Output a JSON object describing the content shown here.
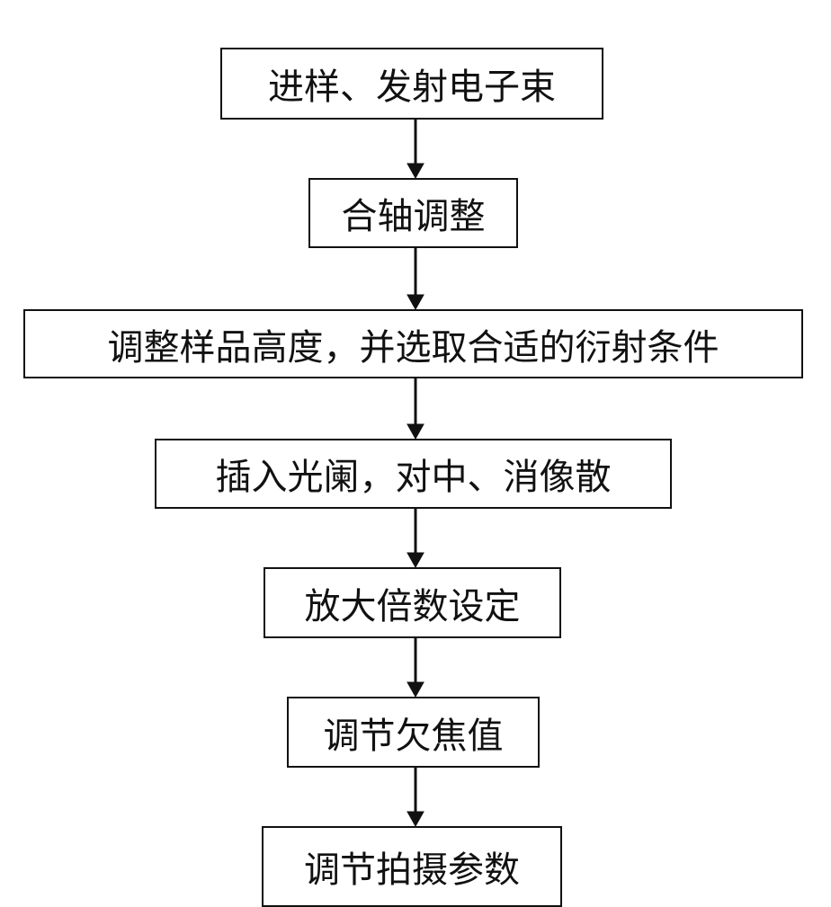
{
  "flowchart": {
    "steps": [
      "进样、发射电子束",
      "合轴调整",
      "调整样品高度，并选取合适的衍射条件",
      "插入光阑，对中、消像散",
      "放大倍数设定",
      "调节欠焦值",
      "调节拍摄参数"
    ]
  },
  "colors": {
    "stroke": "#111111",
    "background": "#ffffff",
    "text": "#111111"
  }
}
